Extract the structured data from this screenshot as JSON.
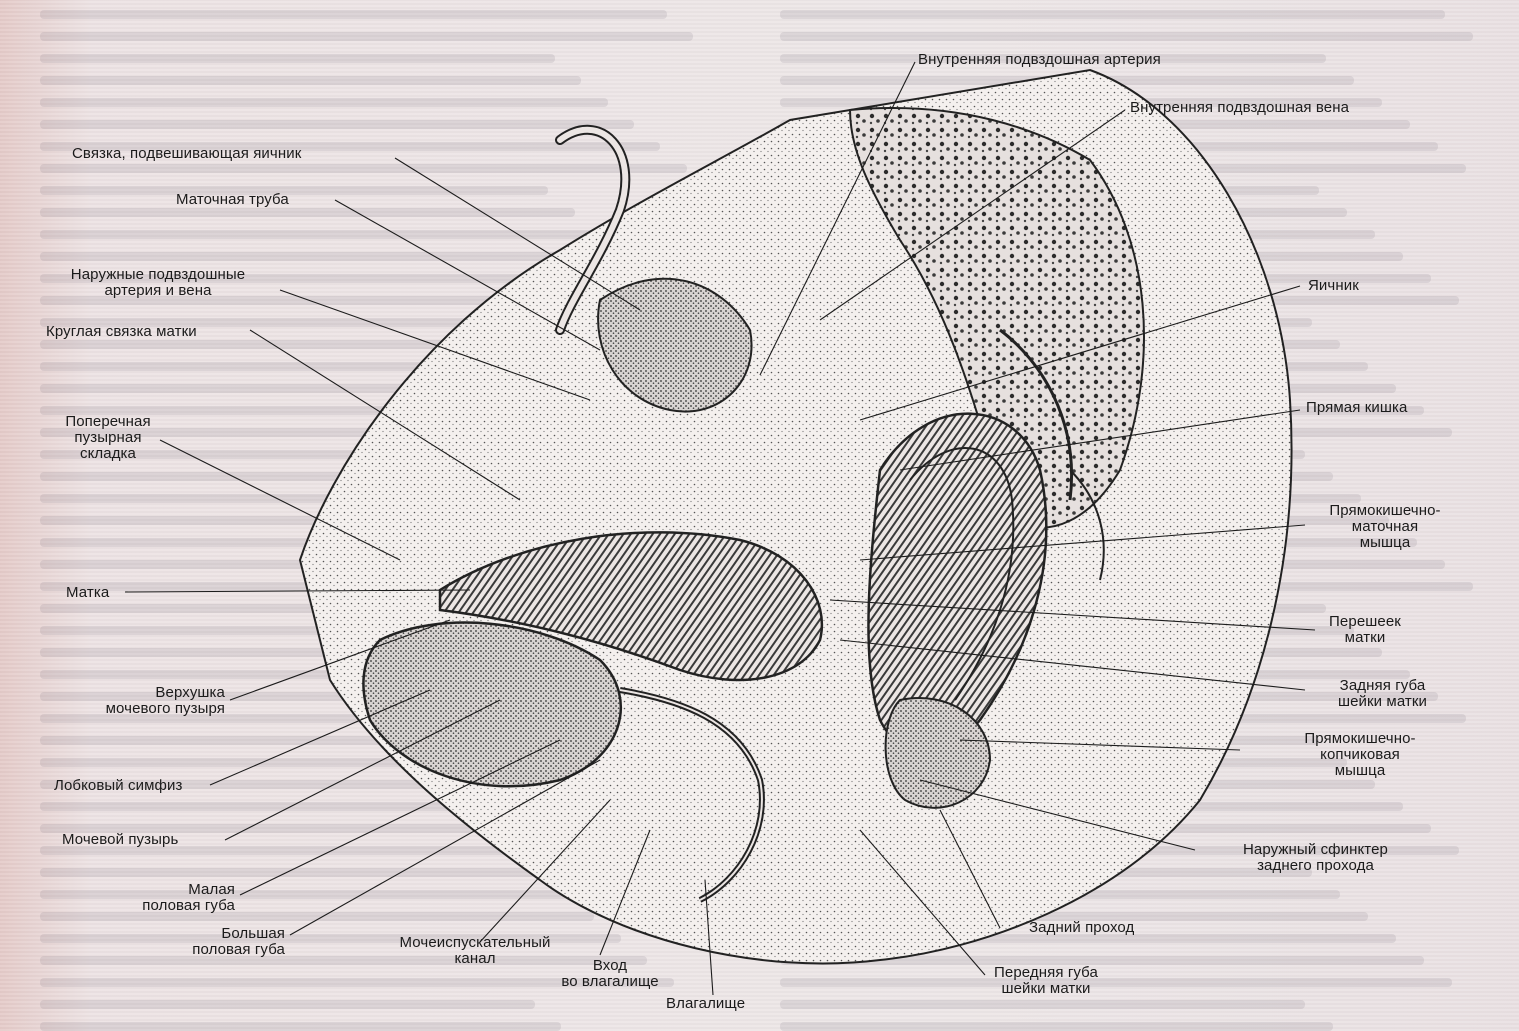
{
  "labels": {
    "internal_iliac_artery": "Внутренняя подвздошная артерия",
    "internal_iliac_vein": "Внутренняя подвздошная вена",
    "suspensory_ligament": "Связка, подвешивающая яичник",
    "fallopian_tube": "Маточная труба",
    "external_iliac": "Наружные подвздошные\nартерия и вена",
    "round_ligament": "Круглая связка матки",
    "transverse_vesical_fold": "Поперечная\nпузырная\nскладка",
    "uterus": "Матка",
    "bladder_apex": "Верхушка\nмочевого пузыря",
    "pubic_symphysis": "Лобковый симфиз",
    "urinary_bladder": "Мочевой пузырь",
    "labia_minora": "Малая\nполовая губа",
    "labia_majora": "Большая\nполовая губа",
    "urethra": "Мочеиспускательный\nканал",
    "vaginal_entrance": "Вход\nво влагалище",
    "vagina": "Влагалище",
    "ovary": "Яичник",
    "rectum": "Прямая кишка",
    "rectouterine_muscle": "Прямокишечно-\nматочная\nмышца",
    "uterine_isthmus": "Перешеек\nматки",
    "posterior_cervical_lip": "Задняя губа\nшейки матки",
    "rectococcygeal_muscle": "Прямокишечно-\nкопчиковая\nмышца",
    "external_anal_sphincter": "Наружный сфинктер\nзаднего прохода",
    "anus": "Задний проход",
    "anterior_cervical_lip": "Передняя губа\nшейки матки"
  }
}
